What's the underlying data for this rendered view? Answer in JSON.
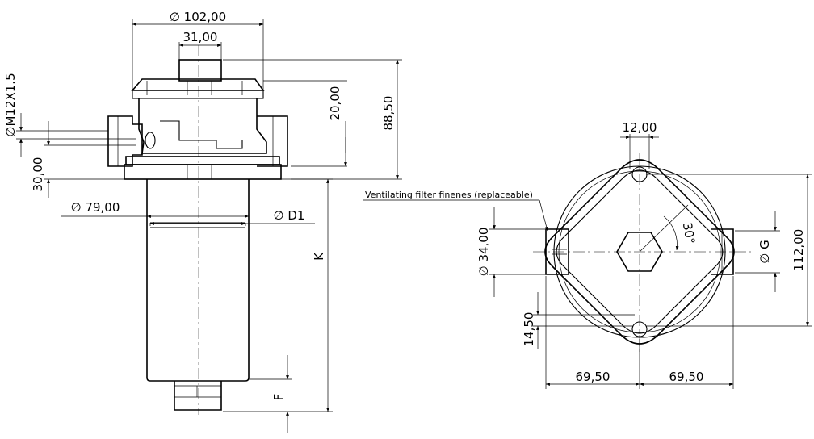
{
  "side_view": {
    "dim_head_diameter": "∅ 102,00",
    "dim_cap_width": "31,00",
    "dim_thread": "∅M12X1.5",
    "dim_flange_offset": "20,00",
    "dim_overall_head": "88,50",
    "dim_port_height": "30,00",
    "dim_bowl_diameter": "∅ 79,00",
    "dim_d1": "∅ D1",
    "dim_k": "K",
    "dim_f": "F"
  },
  "top_view": {
    "note_label": "Ventilating filter finenes (replaceable)",
    "dim_hole_spacing": "12,00",
    "dim_port_diameter": "∅ 34,00",
    "dim_angle": "30°",
    "dim_g": "∅ G",
    "dim_height": "112,00",
    "dim_hole_offset": "14,50",
    "dim_half_left": "69,50",
    "dim_half_right": "69,50"
  }
}
